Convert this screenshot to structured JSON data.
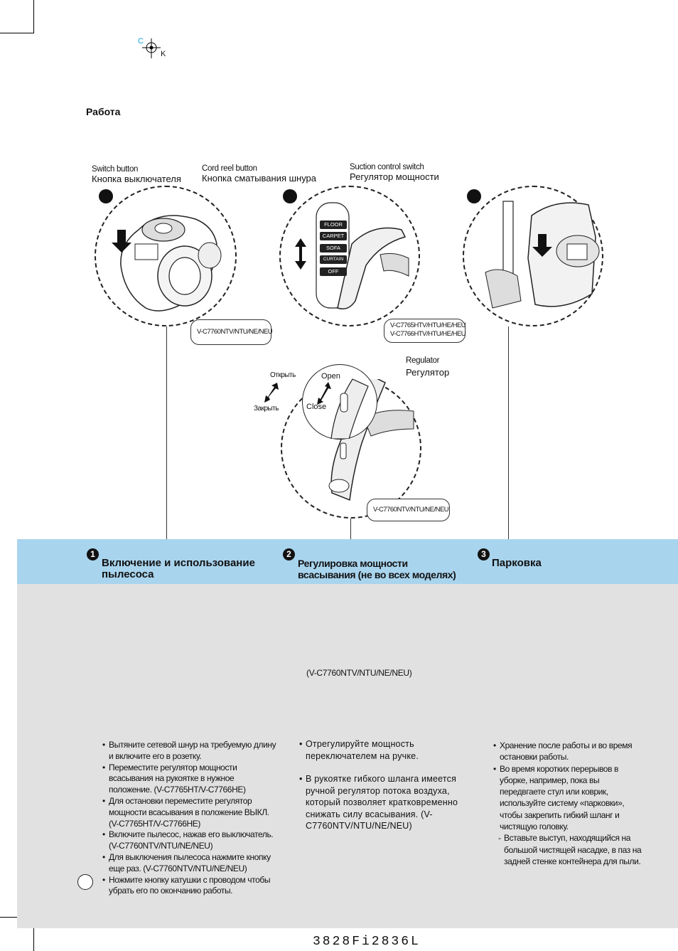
{
  "registration": {
    "c_label": "C",
    "k_label": "K"
  },
  "section_title": "Работа",
  "figure1": {
    "label_en": "Switch button",
    "label_ru": "Кнопка выключателя",
    "model_note": "V-C7760NTV/NTU/NE/NEU"
  },
  "figure2": {
    "label_en": "Cord reel button",
    "label_ru": "Кнопка сматывания шнура",
    "suction_en": "Suction control switch",
    "suction_ru": "Регулятор мощности",
    "modes": [
      "FLOOR",
      "CARPET",
      "SOFA",
      "CURTAIN",
      "OFF"
    ],
    "model_note_1": "V-C7765HTV/HTU/HE/HEU",
    "model_note_2": "V-C7766HTV/HTU/HE/HEU"
  },
  "figure_regulator": {
    "label_en": "Regulator",
    "label_ru": "Регулятор",
    "open_ru": "Открыть",
    "close_ru": "Закрыть",
    "open_en": "Open",
    "close_en": "Close",
    "model_note": "V-C7760NTV/NTU/NE/NEU"
  },
  "headers": [
    {
      "num": "1",
      "title": "Включение и использование пылесоса"
    },
    {
      "num": "2",
      "title_line1": "Регулировка мощности",
      "title_line2": "всасывания (не во всех моделях)"
    },
    {
      "num": "3",
      "title": "Парковка"
    }
  ],
  "middle_model_note": "(V-C7760NTV/NTU/NE/NEU)",
  "column1": [
    "Вытяните сетевой шнур на требуемую длину  и включите его в розетку.",
    "Переместите регулятор мощности всасывания на рукоятке в нужное положение.  (V-C7765HT/V-C7766HE)",
    "Для остановки переместите регулятор мощности всасывания в положение ВЫКЛ.  (V-C7765HT/V-C7766HE)",
    "Включите пылесос, нажав его выключатель.  (V-C7760NTV/NTU/NE/NEU)",
    "Для выключения пылесоса нажмите кнопку еще раз.  (V-C7760NTV/NTU/NE/NEU)",
    "Ножмите кнопку катушки с проводом чтобы убрать его по окончанию работы."
  ],
  "column2": [
    "Отрегулируйте  мощность переключателем на ручке.",
    "В рукоятке гибкого шланга имеется ручной регулятор потока воздуха, который позволяет кратковременно снижать силу всасывания. (V-C7760NTV/NTU/NE/NEU)"
  ],
  "column3": [
    "Хранение после работы и во время остановки работы.",
    "Во время коротких перерывов  в уборке, например, пока вы передвгаете стул или коврик, используйте систему «парковки», чтобы закрепить гибкий шланг и чистящую головку."
  ],
  "column3_sub": "Вставьте выступ, находящийся на большой чистящей насадке, в паз на задней стенке контейнера для пыли.",
  "footer_code": "3828Fi2836L"
}
